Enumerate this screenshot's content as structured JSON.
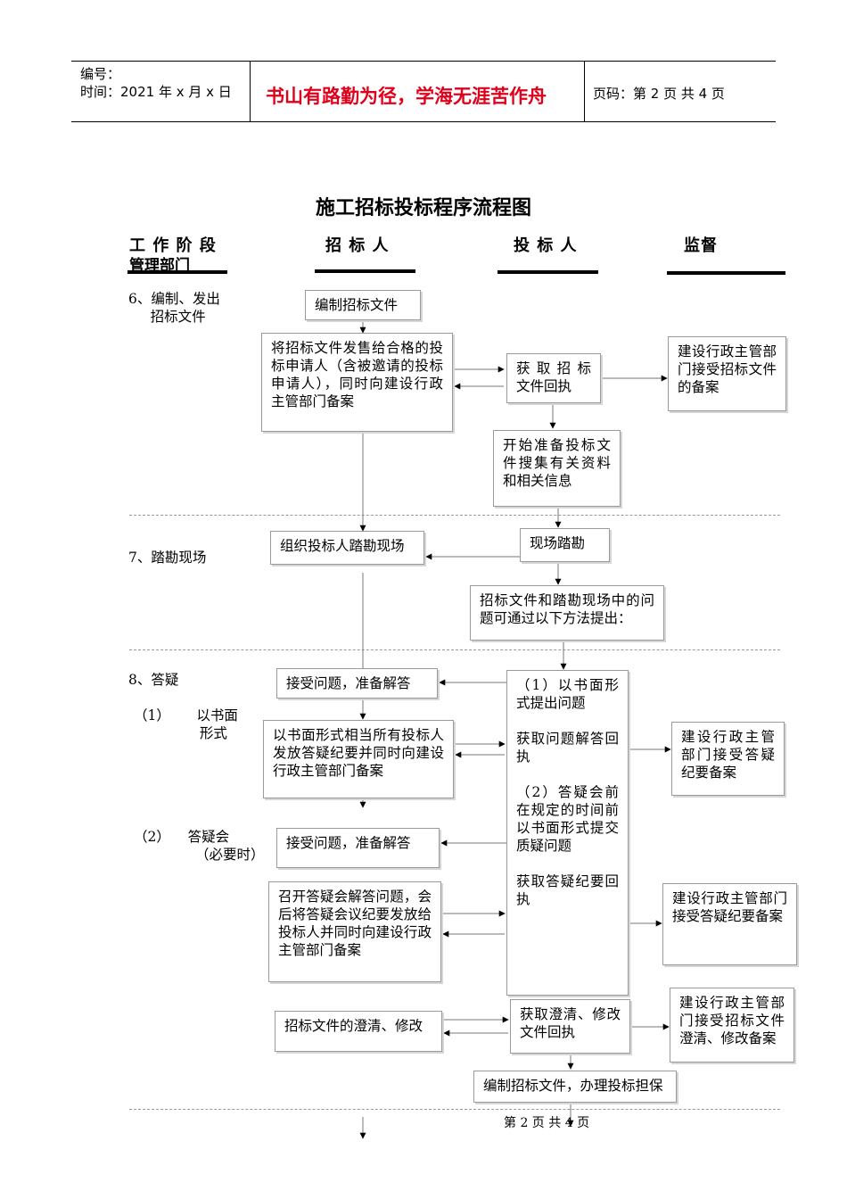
{
  "header": {
    "number_label": "编号：",
    "time_label": "时间：2021 年 x 月 x 日",
    "motto": "书山有路勤为径，学海无涯苦作舟",
    "page_label": "页码：第 2 页  共 4 页",
    "colors": {
      "motto": "#e0001b",
      "rule": "#000000"
    }
  },
  "title": "施工招标投标程序流程图",
  "columns": {
    "stage": "工 作 阶 段",
    "stage_sub": "管理部门",
    "tenderer": "招  标  人",
    "bidder": "投  标  人",
    "supervisor": "监督"
  },
  "stages": {
    "s6": "6、编制、发出\n     招标文件",
    "s7": "7、踏勘现场",
    "s8": "8、答疑",
    "s8_1": "（1）      以书面\n               形式",
    "s8_2": "（2）    答疑会\n              （必要时）"
  },
  "boxes": {
    "prepare_docs": "编制招标文件",
    "sell_docs": "将招标文件发售给合格的投标申请人（含被邀请的投标申请人），同时向建设行政主管部门备案",
    "get_receipt": "获 取 招 标文件回执",
    "sup_filing_1": "建设行政主管部门接受招标文件的备案",
    "start_prepare": "开始准备投标文件搜集有关资料和相关信息",
    "organize_visit": "组织投标人踏勘现场",
    "site_visit": "现场踏勘",
    "questions_methods": "招标文件和踏勘现场中的问题可通过以下方法提出：",
    "accept_q_1": "接受问题，准备解答",
    "bidder_questions": "（1）以书面形式提出问题\n\n获取问题解答回执\n\n（2）答疑会前在规定的时间前以书面形式提交质疑问题\n\n获取答疑纪要回执",
    "written_answer": "以书面形式相当所有投标人发放答疑纪要并同时向建设行政主管部门备案",
    "sup_filing_2": "建设行政主管部门接受答疑纪要备案",
    "accept_q_2": "接受问题，准备解答",
    "hold_meeting": "召开答疑会解答问题，会后将答疑会议纪要发放给投标人并同时向建设行政主管部门备案",
    "sup_filing_3": "建设行政主管部门接受答疑纪要备案",
    "clarify": "招标文件的澄清、修改",
    "get_clarify_receipt": "获取澄清、修改文件回执",
    "sup_filing_4": "建设行政主管部门接受招标文件澄清、修改备案",
    "compile_bid": "编制招标文件，办理投标担保"
  },
  "footer": "第  2  页  共  4  页"
}
